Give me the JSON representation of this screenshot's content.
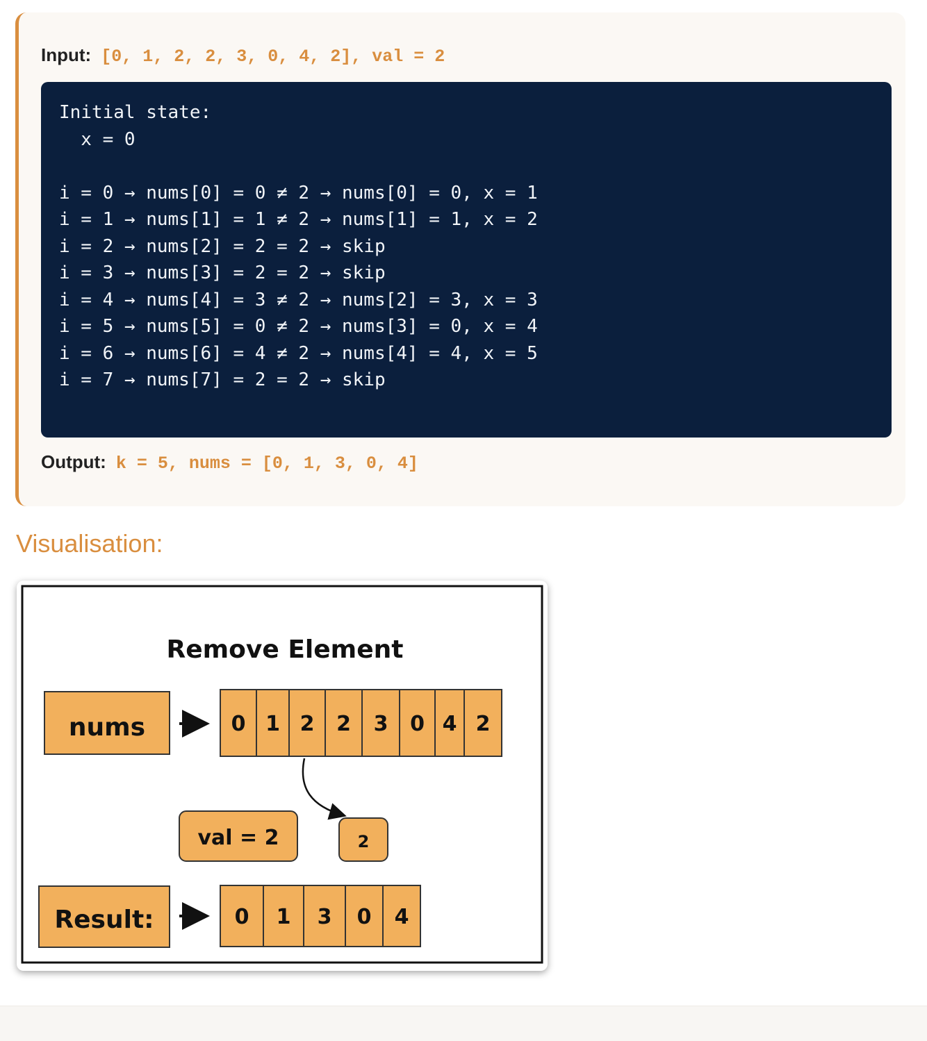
{
  "example": {
    "input_label": "Input:",
    "input_value": "[0, 1, 2, 2, 3, 0, 4, 2], val = 2",
    "trace_lines": [
      "Initial state:",
      "  x = 0",
      "",
      "i = 0 → nums[0] = 0 ≠ 2 → nums[0] = 0, x = 1",
      "i = 1 → nums[1] = 1 ≠ 2 → nums[1] = 1, x = 2",
      "i = 2 → nums[2] = 2 = 2 → skip",
      "i = 3 → nums[3] = 2 = 2 → skip",
      "i = 4 → nums[4] = 3 ≠ 2 → nums[2] = 3, x = 3",
      "i = 5 → nums[5] = 0 ≠ 2 → nums[3] = 0, x = 4",
      "i = 6 → nums[6] = 4 ≠ 2 → nums[4] = 4, x = 5",
      "i = 7 → nums[7] = 2 = 2 → skip"
    ],
    "output_label": "Output:",
    "output_value": "k = 5, nums = [0, 1, 3, 0, 4]"
  },
  "visualisation": {
    "heading": "Visualisation:",
    "title": "Remove Element",
    "nums_label": "nums",
    "nums_values": [
      "0",
      "1",
      "2",
      "2",
      "3",
      "0",
      "4",
      "2"
    ],
    "val_label": "val = 2",
    "removed_value": "2",
    "result_label": "Result:",
    "result_values": [
      "0",
      "1",
      "3",
      "0",
      "4"
    ],
    "colors": {
      "cell_fill": "#f2b05c",
      "accent": "#d98e3f",
      "code_bg": "#0b1f3d"
    }
  }
}
